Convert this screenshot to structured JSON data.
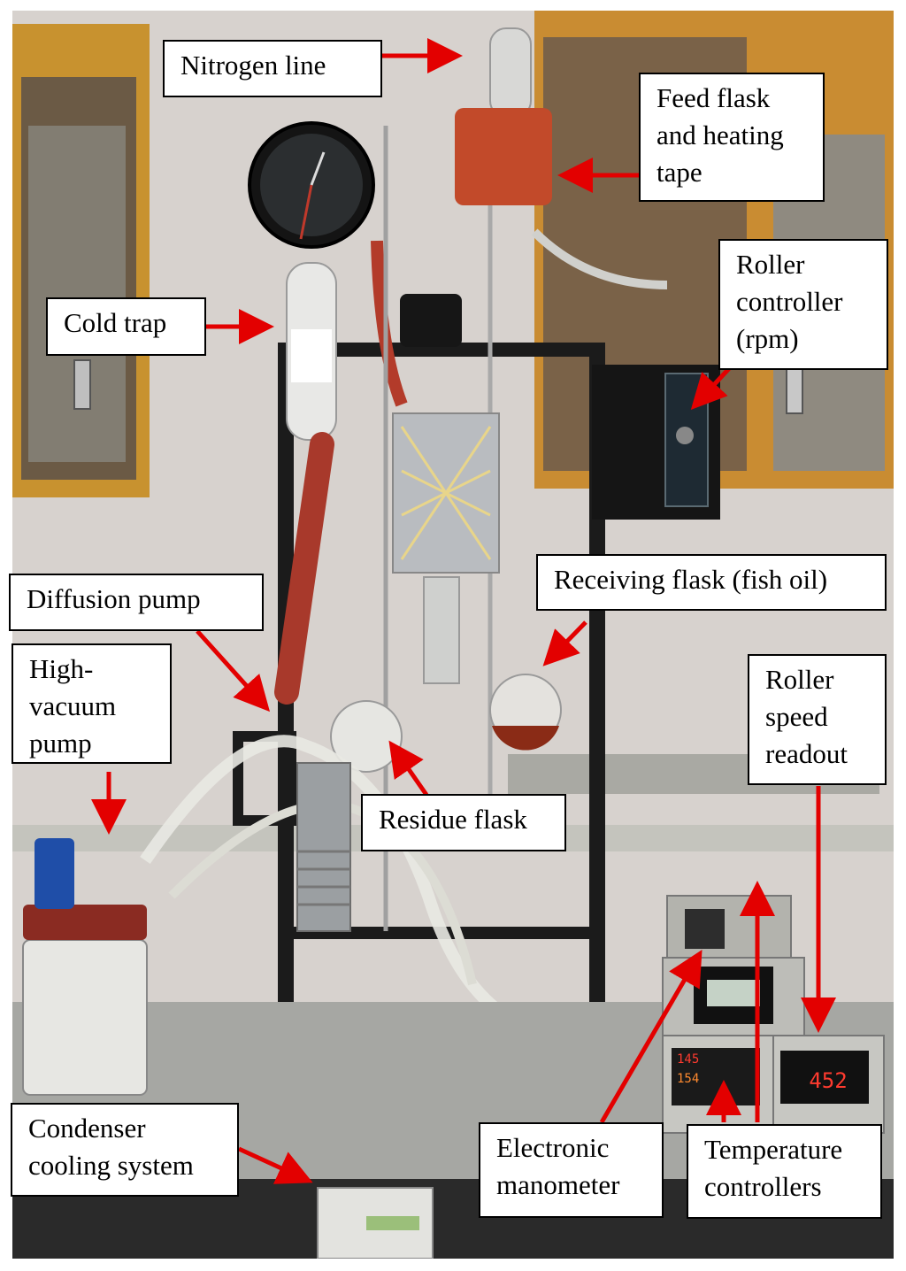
{
  "labels": {
    "nitrogen_line": "Nitrogen line",
    "feed_flask": "Feed   flask\nand  heating\ntape",
    "roller_controller": "Roller\ncontroller\n(rpm)",
    "cold_trap": "Cold trap",
    "receiving_flask": "Receiving flask (fish oil)",
    "diffusion_pump": "Diffusion pump",
    "high_vacuum_pump": "High-\nvacuum\npump",
    "roller_speed_readout": "Roller\nspeed\nreadout",
    "residue_flask": "Residue flask",
    "condenser_cooling": "Condenser\ncooling system",
    "electronic_manometer": "Electronic\nmanometer",
    "temperature_controllers": "Temperature\ncontrollers"
  },
  "devices": {
    "roller_display": "452",
    "temp_display_top": "145",
    "temp_display_bottom": "154"
  },
  "colors": {
    "arrow": "#e30000",
    "label_border": "#000000"
  }
}
